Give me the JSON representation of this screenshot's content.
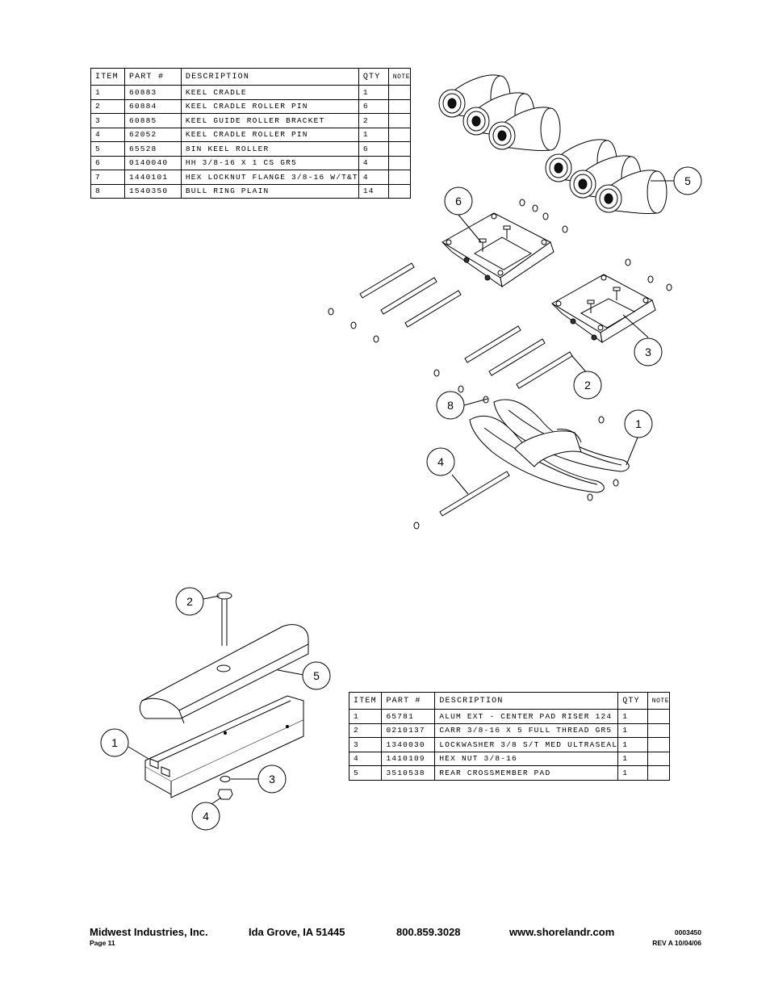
{
  "table1": {
    "headers": [
      "ITEM",
      "PART #",
      "DESCRIPTION",
      "QTY",
      "NOTE"
    ],
    "rows": [
      [
        "1",
        "60883",
        "KEEL CRADLE",
        "1",
        ""
      ],
      [
        "2",
        "60884",
        "KEEL CRADLE ROLLER PIN",
        "6",
        ""
      ],
      [
        "3",
        "60885",
        "KEEL GUIDE ROLLER BRACKET",
        "2",
        ""
      ],
      [
        "4",
        "62052",
        "KEEL CRADLE ROLLER PIN",
        "1",
        ""
      ],
      [
        "5",
        "65528",
        "8IN KEEL ROLLER",
        "6",
        ""
      ],
      [
        "6",
        "0140040",
        "HH 3/8-16 X 1 CS GR5",
        "4",
        ""
      ],
      [
        "7",
        "1440101",
        "HEX LOCKNUT FLANGE 3/8-16 W/T&T",
        "4",
        ""
      ],
      [
        "8",
        "1540350",
        "BULL RING PLAIN",
        "14",
        ""
      ]
    ]
  },
  "table2": {
    "headers": [
      "ITEM",
      "PART #",
      "DESCRIPTION",
      "QTY",
      "NOTE"
    ],
    "rows": [
      [
        "1",
        "65781",
        "ALUM EXT - CENTER PAD RISER 124",
        "1",
        ""
      ],
      [
        "2",
        "0210137",
        "CARR 3/8-16 X 5 FULL THREAD GR5",
        "1",
        ""
      ],
      [
        "3",
        "1340030",
        "LOCKWASHER 3/8 S/T MED ULTRASEAL",
        "1",
        ""
      ],
      [
        "4",
        "1410109",
        "HEX NUT 3/8-16",
        "1",
        ""
      ],
      [
        "5",
        "3510538",
        "REAR CROSSMEMBER PAD",
        "1",
        ""
      ]
    ]
  },
  "callouts": {
    "upper": {
      "c6": "6",
      "c5": "5",
      "c3": "3",
      "c2": "2",
      "c8": "8",
      "c1": "1",
      "c4": "4"
    },
    "lower": {
      "c2": "2",
      "c5": "5",
      "c1": "1",
      "c3": "3",
      "c4": "4"
    }
  },
  "footer": {
    "company": "Midwest Industries, Inc.",
    "city": "Ida Grove, IA  51445",
    "phone": "800.859.3028",
    "website": "www.shorelandr.com",
    "page": "Page 11",
    "doc_number": "0003450",
    "revision": "REV A  10/04/06"
  }
}
